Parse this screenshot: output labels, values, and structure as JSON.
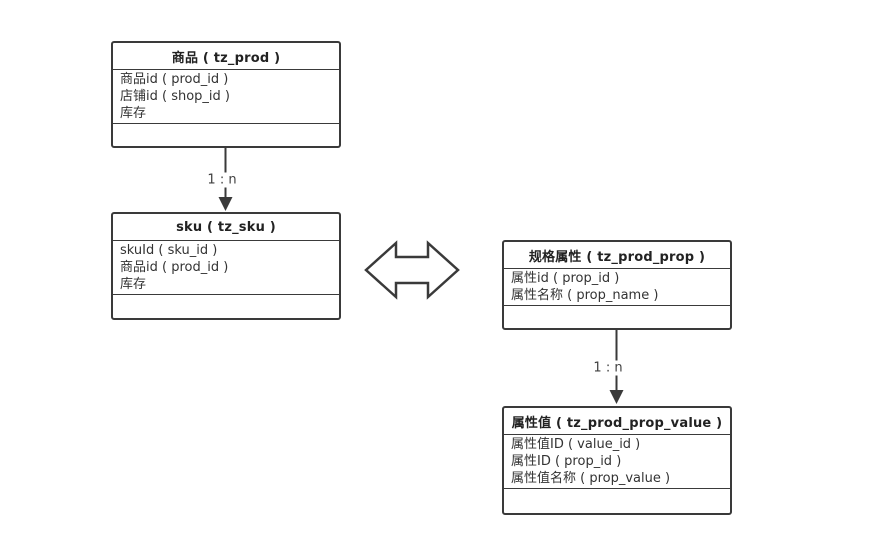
{
  "canvas": {
    "background": "#ffffff",
    "line_color": "#3a3a3a",
    "text_color": "#333333"
  },
  "tables": [
    {
      "title": "商品 ( tz_prod )",
      "fields": [
        "商品id ( prod_id )",
        "店铺id ( shop_id )",
        "库存"
      ]
    },
    {
      "title": "sku ( tz_sku )",
      "fields": [
        "skuId ( sku_id )",
        "商品id ( prod_id )",
        "库存"
      ]
    },
    {
      "title": "规格属性 ( tz_prod_prop )",
      "fields": [
        "属性id ( prop_id )",
        "属性名称 ( prop_name )"
      ]
    },
    {
      "title": "属性值 ( tz_prod_prop_value )",
      "fields": [
        "属性值ID ( value_id )",
        "属性ID ( prop_id )",
        "属性值名称 ( prop_value )"
      ]
    }
  ],
  "connectors": [
    {
      "from": "商品 ( tz_prod )",
      "to": "sku ( tz_sku )",
      "label": "1 : n"
    },
    {
      "from": "规格属性 ( tz_prod_prop )",
      "to": "属性值 ( tz_prod_prop_value )",
      "label": "1 : n"
    }
  ],
  "icons": {
    "double_arrow": "left-right-double-arrow"
  }
}
